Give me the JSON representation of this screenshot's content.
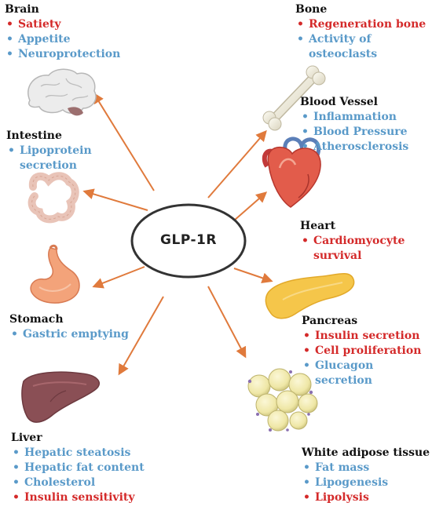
{
  "center": {
    "label": "GLP-1R"
  },
  "colors": {
    "arrow": "#e07a3c",
    "increase": "#d42a2a",
    "decrease": "#5a9ac9"
  },
  "organs": {
    "brain": {
      "title": "Brain",
      "icon": "brain-icon",
      "effects": [
        {
          "text": "Satiety",
          "color": "red"
        },
        {
          "text": "Appetite",
          "color": "blue"
        },
        {
          "text": "Neuroprotection",
          "color": "blue"
        }
      ]
    },
    "bone": {
      "title": "Bone",
      "icon": "bone-icon",
      "effects": [
        {
          "text": "Regeneration bone",
          "color": "red"
        },
        {
          "text": "Activity of osteoclasts",
          "color": "blue"
        }
      ]
    },
    "intestine": {
      "title": "Intestine",
      "icon": "intestine-icon",
      "effects": [
        {
          "text": "Lipoprotein",
          "color": "blue"
        }
      ],
      "extra_line": "secretion"
    },
    "blood_vessel": {
      "title": "Blood Vessel",
      "icon": "blood-vessel-icon",
      "effects": [
        {
          "text": "Inflammation",
          "color": "blue"
        },
        {
          "text": "Blood Pressure",
          "color": "blue"
        },
        {
          "text": "Atherosclerosis",
          "color": "blue"
        }
      ]
    },
    "heart": {
      "title": "Heart",
      "icon": "heart-icon",
      "effects": [
        {
          "text": "Cardiomyocyte",
          "color": "red"
        }
      ],
      "extra_line": "survival"
    },
    "stomach": {
      "title": "Stomach",
      "icon": "stomach-icon",
      "effects": [
        {
          "text": "Gastric emptying",
          "color": "blue"
        }
      ]
    },
    "pancreas": {
      "title": "Pancreas",
      "icon": "pancreas-icon",
      "effects": [
        {
          "text": "Insulin secretion",
          "color": "red"
        },
        {
          "text": "Cell proliferation",
          "color": "red"
        },
        {
          "text": "Glucagon secretion",
          "color": "blue"
        }
      ]
    },
    "liver": {
      "title": "Liver",
      "icon": "liver-icon",
      "effects": [
        {
          "text": "Hepatic steatosis",
          "color": "blue"
        },
        {
          "text": "Hepatic fat content",
          "color": "blue"
        },
        {
          "text": "Cholesterol",
          "color": "blue"
        },
        {
          "text": "Insulin sensitivity",
          "color": "red"
        }
      ]
    },
    "adipose": {
      "title": "White adipose tissue",
      "icon": "adipose-tissue-icon",
      "effects": [
        {
          "text": "Fat mass",
          "color": "blue"
        },
        {
          "text": "Lipogenesis",
          "color": "blue"
        },
        {
          "text": "Lipolysis",
          "color": "red"
        }
      ]
    }
  }
}
